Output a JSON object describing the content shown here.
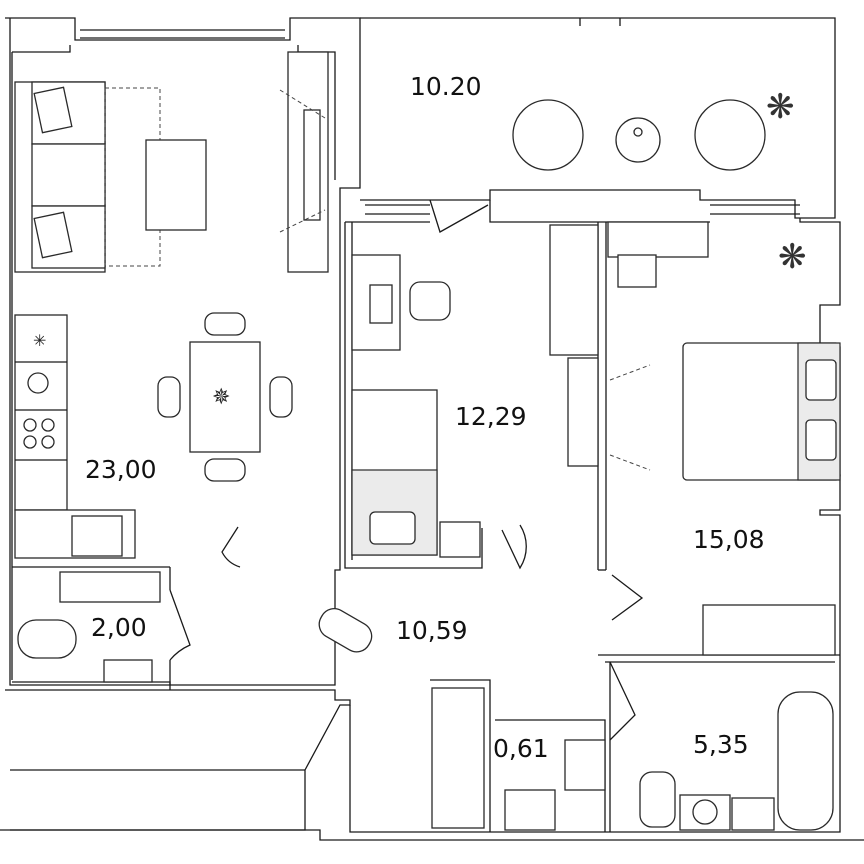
{
  "plan": {
    "rooms": [
      {
        "id": "living_kitchen",
        "area": "23,00"
      },
      {
        "id": "balcony",
        "area": "10.20"
      },
      {
        "id": "study",
        "area": "12,29"
      },
      {
        "id": "bedroom",
        "area": "15,08"
      },
      {
        "id": "wc",
        "area": "2,00"
      },
      {
        "id": "hall",
        "area": "10,59"
      },
      {
        "id": "closet",
        "area": "0,61"
      },
      {
        "id": "bathroom",
        "area": "5,35"
      }
    ]
  }
}
